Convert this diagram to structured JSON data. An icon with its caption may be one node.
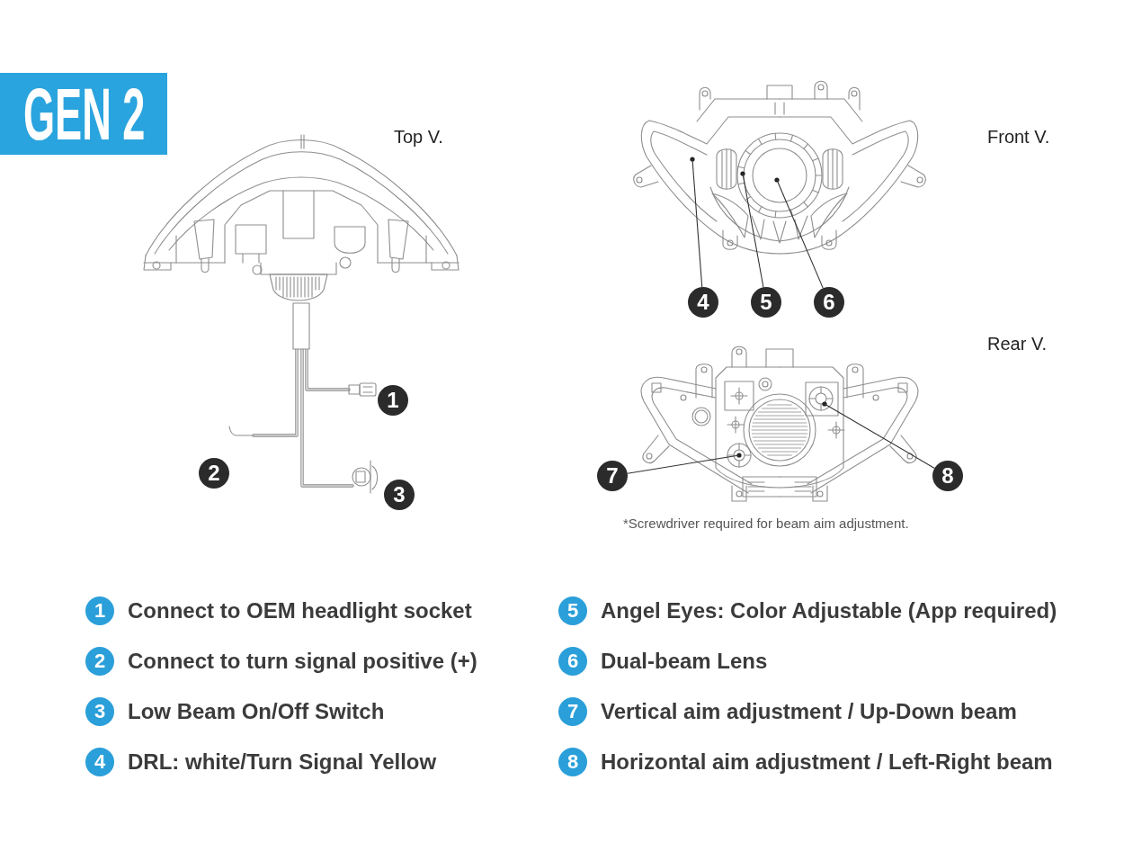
{
  "diagram": {
    "title": "GEN 2",
    "nodes": [
      {
        "text": [
          "1"
        ]
      },
      {
        "text": [
          "2"
        ]
      },
      {
        "text": [
          "3"
        ]
      },
      {
        "text": [
          "4"
        ]
      },
      {
        "text": [
          "5"
        ]
      },
      {
        "text": [
          "6"
        ]
      },
      {
        "text": [
          "7"
        ]
      },
      {
        "text": [
          "8"
        ]
      },
      {
        "text": [
          "1"
        ],
        "beside": [
          "Connect to OEM headlight socket"
        ]
      },
      {
        "text": [
          "2"
        ],
        "beside": [
          "Connect to turn signal positive (+)"
        ]
      },
      {
        "text": [
          "3"
        ],
        "beside": [
          "Low Beam On/Off Switch"
        ]
      },
      {
        "text": [
          "4"
        ],
        "beside": [
          "DRL: white/Turn Signal Yellow"
        ]
      },
      {
        "text": [
          "5"
        ],
        "beside": [
          "Angel Eyes: Color Adjustable (App required)"
        ]
      },
      {
        "text": [
          "6"
        ],
        "beside": [
          "Dual-beam Lens"
        ]
      },
      {
        "text": [
          "7"
        ],
        "beside": [
          "Vertical aim adjustment / Up-Down beam"
        ]
      },
      {
        "text": [
          "8"
        ],
        "beside": [
          "Horizontal aim adjustment / Left-Right beam"
        ]
      }
    ],
    "edges": [
      {
        "from": 3,
        "to": null,
        "arrow": "none"
      },
      {
        "from": 4,
        "to": null,
        "arrow": "none"
      },
      {
        "from": 5,
        "to": null,
        "arrow": "none"
      },
      {
        "from": 6,
        "to": null,
        "arrow": "none"
      },
      {
        "from": 7,
        "to": null,
        "arrow": "none"
      }
    ],
    "labels": [
      "Top V.",
      "Front V.",
      "Rear V.",
      "*Screwdriver required for beam aim adjustment."
    ]
  }
}
